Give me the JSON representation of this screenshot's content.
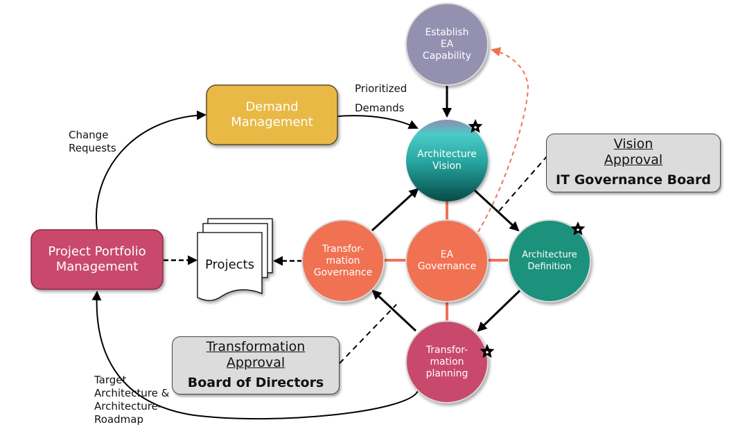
{
  "diagram": {
    "nodes": {
      "establish_ea": {
        "label_lines": [
          "Establish",
          "EA",
          "Capability"
        ],
        "color": "#9490b0"
      },
      "architecture_vision": {
        "label_lines": [
          "Architecture",
          "Vision"
        ],
        "color_top": "#8f8bb0",
        "color_mid": "#4ccbc6",
        "color_bottom": "#075652",
        "starred": true
      },
      "architecture_definition": {
        "label_lines": [
          "Architecture",
          "Definition"
        ],
        "color": "#1b917b",
        "starred": true
      },
      "ea_governance": {
        "label_lines": [
          "EA",
          "Governance"
        ],
        "color": "#f07253"
      },
      "transformation_governance": {
        "label_lines": [
          "Transfor-",
          "mation",
          "Governance"
        ],
        "color": "#f07253"
      },
      "transformation_planning": {
        "label_lines": [
          "Transfor-",
          "mation",
          "planning"
        ],
        "color": "#c84a6c",
        "starred": true
      },
      "demand_management": {
        "label_lines": [
          "Demand",
          "Management"
        ],
        "color": "#e8b945"
      },
      "project_portfolio": {
        "label_lines": [
          "Project Portfolio",
          "Management"
        ],
        "color": "#c84a6c"
      },
      "projects": {
        "label": "Projects"
      }
    },
    "approvals": {
      "vision": {
        "title_lines": [
          "Vision",
          "Approval"
        ],
        "authority": "IT Governance Board"
      },
      "transformation": {
        "title_lines": [
          "Transformation",
          "Approval"
        ],
        "authority": "Board of Directors"
      }
    },
    "edge_labels": {
      "prioritized_demands": [
        "Prioritized",
        "Demands"
      ],
      "change_requests": [
        "Change",
        "Requests"
      ],
      "target_architecture": [
        "Target",
        "Architecture &",
        "Architecture-",
        "Roadmap"
      ]
    },
    "colors": {
      "arrow": "#000000",
      "dashed_feedback": "#f07253",
      "connector": "#f07253",
      "approval_fill": "#dcdcdc"
    }
  }
}
